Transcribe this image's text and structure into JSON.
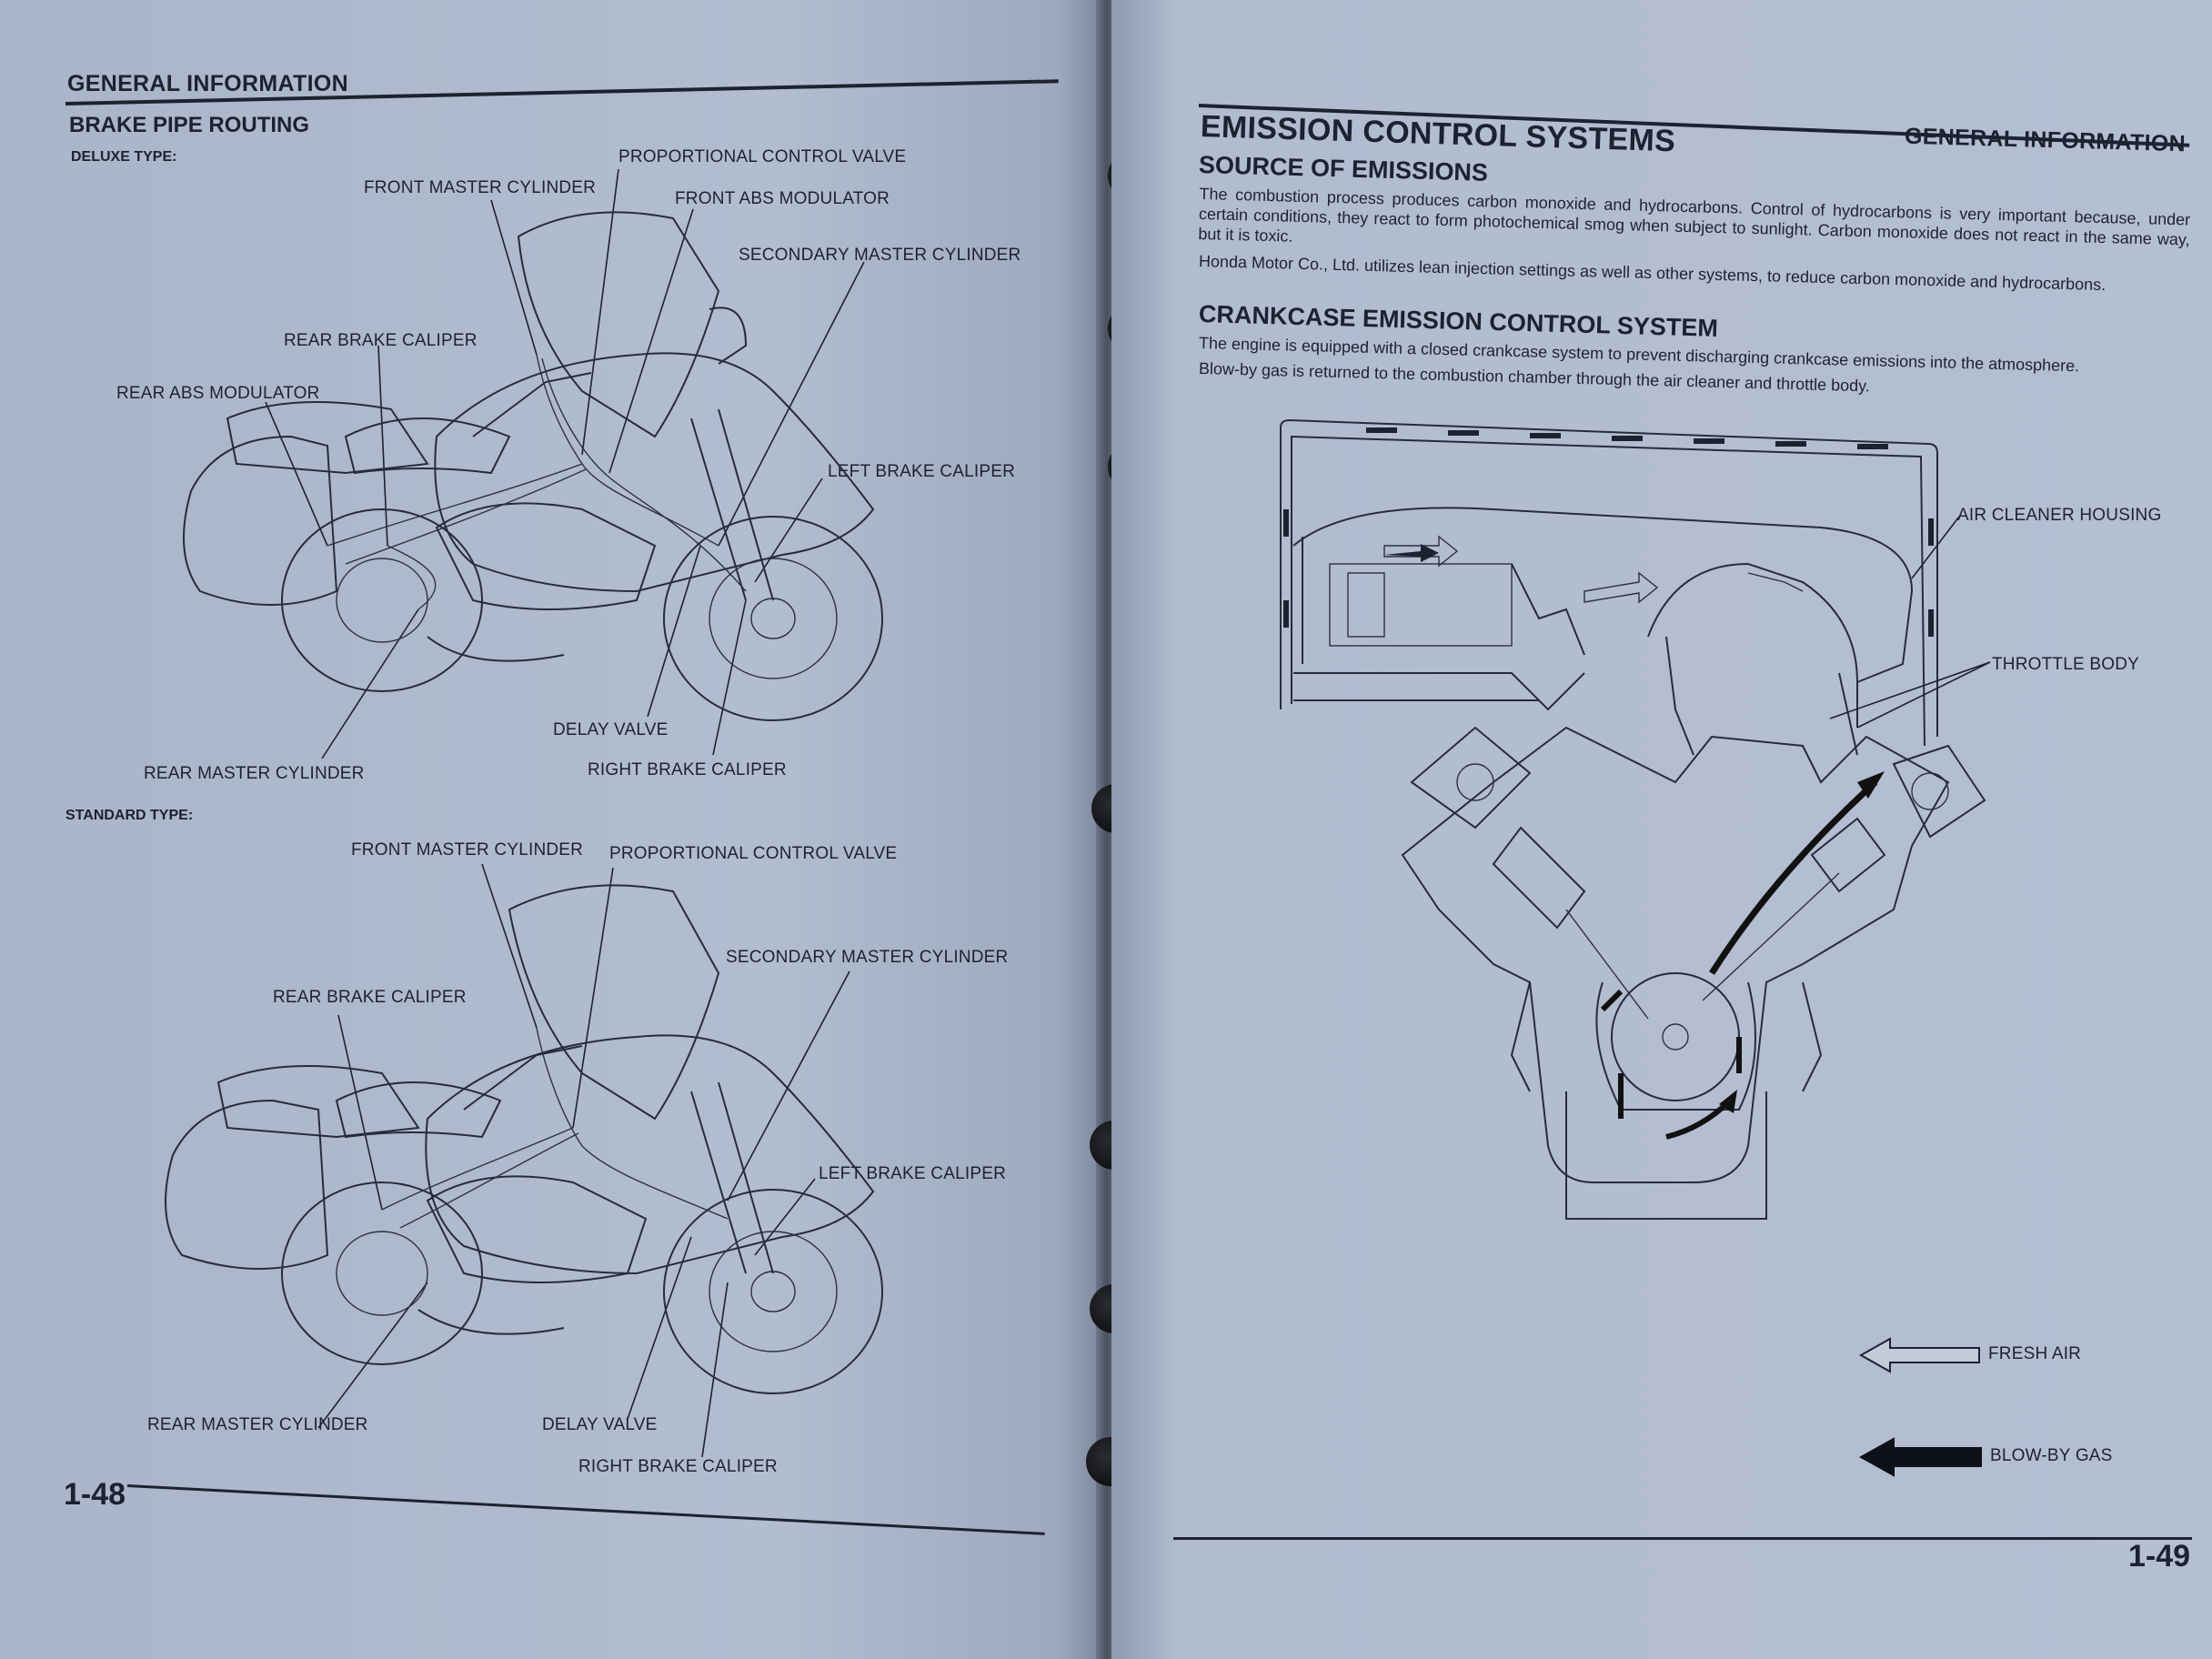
{
  "left_page": {
    "header": "GENERAL INFORMATION",
    "title": "BRAKE PIPE ROUTING",
    "deluxe": {
      "heading": "DELUXE TYPE:",
      "labels": {
        "front_master_cylinder": "FRONT MASTER CYLINDER",
        "proportional_control_valve": "PROPORTIONAL CONTROL VALVE",
        "front_abs_modulator": "FRONT ABS MODULATOR",
        "secondary_master_cylinder": "SECONDARY MASTER CYLINDER",
        "rear_brake_caliper": "REAR BRAKE CALIPER",
        "rear_abs_modulator": "REAR ABS MODULATOR",
        "left_brake_caliper": "LEFT BRAKE CALIPER",
        "delay_valve": "DELAY VALVE",
        "rear_master_cylinder": "REAR MASTER CYLINDER",
        "right_brake_caliper": "RIGHT BRAKE CALIPER"
      }
    },
    "standard": {
      "heading": "STANDARD TYPE:",
      "labels": {
        "front_master_cylinder": "FRONT MASTER CYLINDER",
        "proportional_control_valve": "PROPORTIONAL CONTROL VALVE",
        "secondary_master_cylinder": "SECONDARY MASTER CYLINDER",
        "rear_brake_caliper": "REAR BRAKE CALIPER",
        "left_brake_caliper": "LEFT BRAKE CALIPER",
        "rear_master_cylinder": "REAR MASTER CYLINDER",
        "delay_valve": "DELAY VALVE",
        "right_brake_caliper": "RIGHT BRAKE CALIPER"
      }
    },
    "page_number": "1-48"
  },
  "right_page": {
    "section_title": "EMISSION CONTROL SYSTEMS",
    "header": "GENERAL INFORMATION",
    "source_heading": "SOURCE OF EMISSIONS",
    "source_p1": "The combustion process produces carbon monoxide and hydrocarbons. Control of hydrocarbons is very important because, under certain conditions, they react to form photochemical smog when subject to sunlight. Carbon monoxide does not react in the same way, but it is toxic.",
    "source_p2": "Honda Motor Co., Ltd. utilizes lean injection settings as well as other systems, to reduce carbon monoxide and hydrocarbons.",
    "crankcase_heading": "CRANKCASE EMISSION CONTROL SYSTEM",
    "crankcase_p1": "The engine is equipped with a closed crankcase system to prevent discharging crankcase emissions into the atmosphere.",
    "crankcase_p2": "Blow-by gas is returned to the combustion chamber through the air cleaner and throttle body.",
    "labels": {
      "air_cleaner_housing": "AIR CLEANER HOUSING",
      "throttle_body": "THROTTLE BODY"
    },
    "legend": {
      "fresh_air": "FRESH AIR",
      "blow_by_gas": "BLOW-BY GAS"
    },
    "page_number": "1-49"
  }
}
